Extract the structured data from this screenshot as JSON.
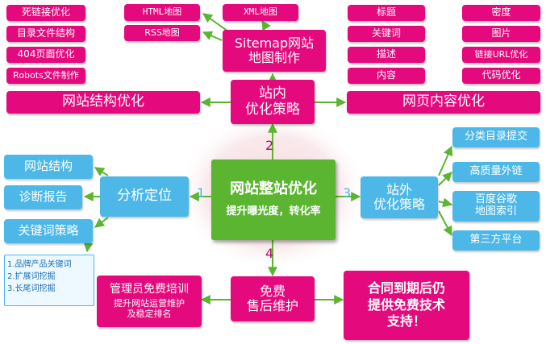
{
  "center": {
    "title": "网站整站优化",
    "subtitle": "提升曝光度，转化率"
  },
  "numbers": {
    "n1": "1",
    "n2": "2",
    "n3": "3",
    "n4": "4"
  },
  "onsite": {
    "label_line1": "站内",
    "label_line2": "优化策略"
  },
  "sitemap": {
    "label_line1": "Sitemap网站",
    "label_line2": "地图制作",
    "html_map": "HTML地图",
    "rss_map": "RSS地图",
    "xml_map": "XML地图"
  },
  "structure_opt": {
    "bar_label": "网站结构优化",
    "items": [
      "死链接优化",
      "目录文件结构",
      "404页面优化",
      "Robots文件制作"
    ]
  },
  "content_opt": {
    "bar_label": "网页内容优化",
    "items": [
      "标题",
      "关键词",
      "描述",
      "内容",
      "密度",
      "图片",
      "链接URL优化",
      "代码优化"
    ]
  },
  "analysis": {
    "label": "分析定位",
    "items": [
      "网站结构",
      "诊断报告",
      "关键词策略"
    ],
    "keyword_list": [
      "1.品牌产品关键词",
      "2.扩展词挖掘",
      "3.长尾词挖掘"
    ]
  },
  "offsite": {
    "label_line1": "站外",
    "label_line2": "优化策略",
    "items": [
      "分类目录提交",
      "高质量外链",
      "百度谷歌",
      "地图索引",
      "第三方平台"
    ]
  },
  "aftersales": {
    "label_line1": "免费",
    "label_line2": "售后维护",
    "training_title": "管理员免费培训",
    "training_sub1": "提升网站运营维护",
    "training_sub2": "及稳定排名",
    "contract_line1": "合同到期后仍",
    "contract_line2": "提供免费技术",
    "contract_line3": "支持！"
  },
  "colors": {
    "pink": "#e4097d",
    "blue": "#4db8e8",
    "green": "#5cb531",
    "glow": "#f6e2e4"
  }
}
